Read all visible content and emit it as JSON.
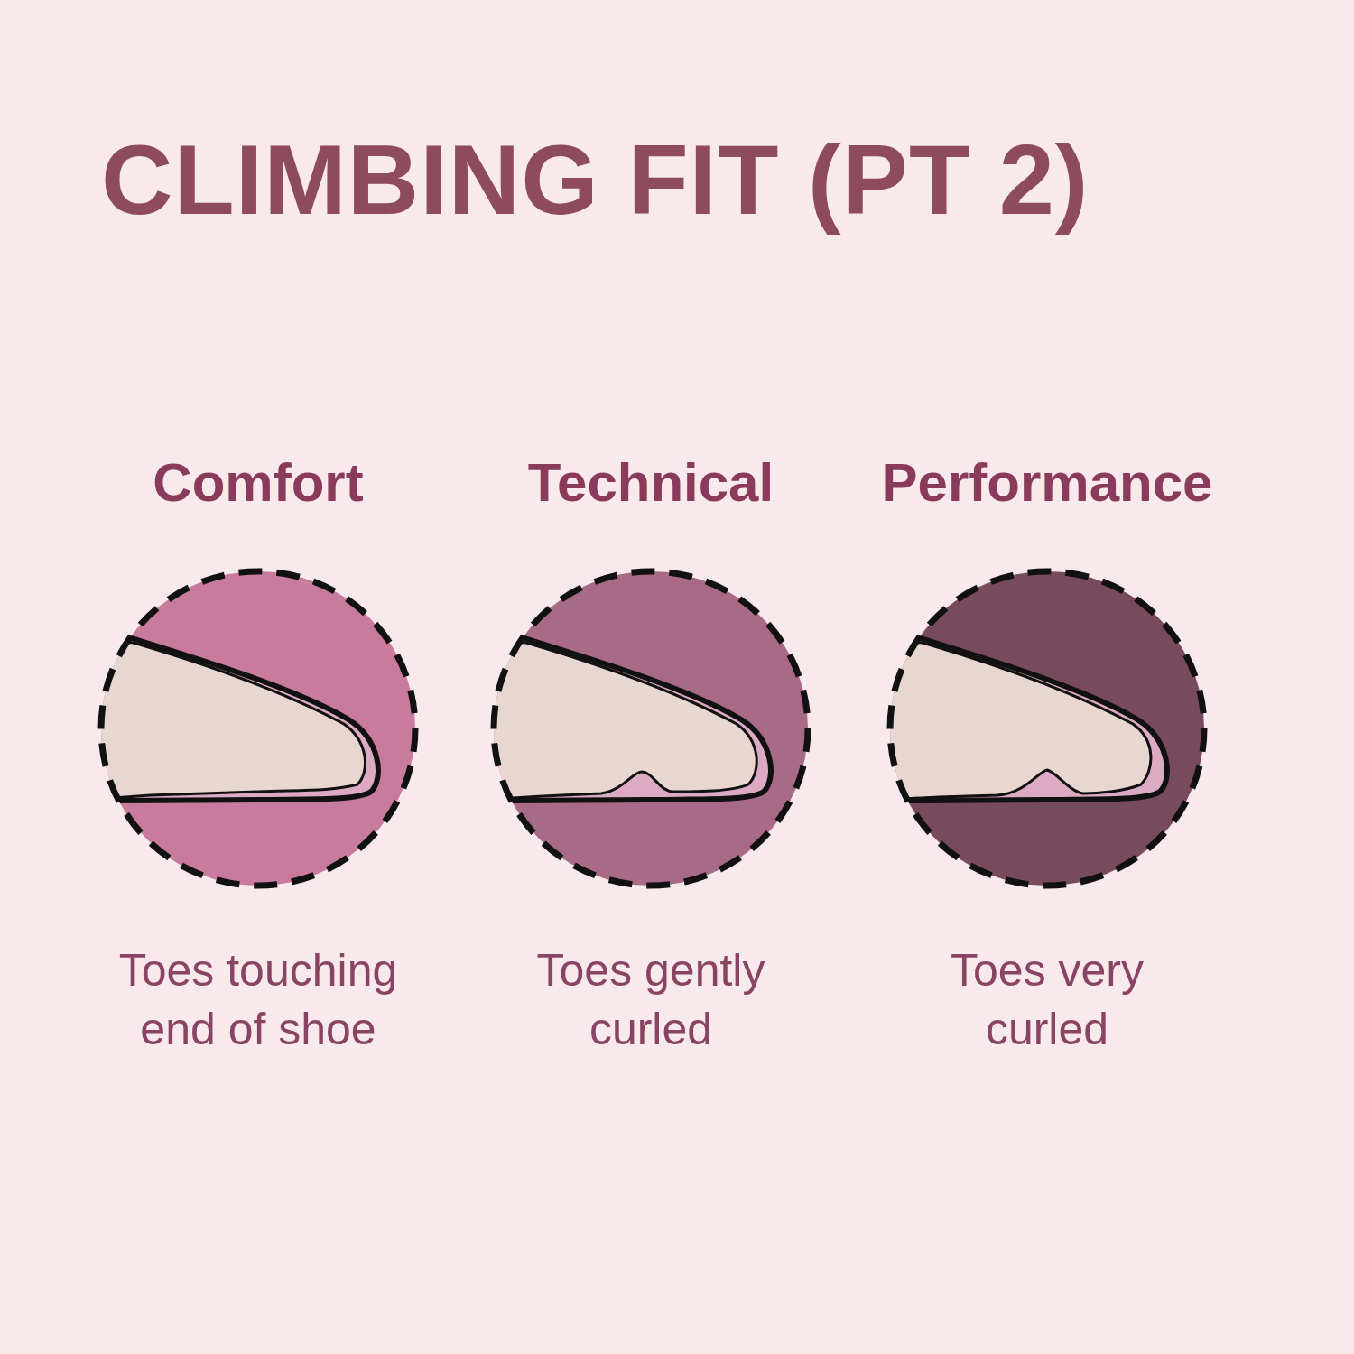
{
  "diagram": {
    "title": "CLIMBING FIT (PT 2)",
    "nodes": [
      {
        "text": [
          "Comfort",
          "Toes touching end of shoe"
        ]
      },
      {
        "text": [
          "Technical",
          "Toes gently curled"
        ]
      },
      {
        "text": [
          "Performance",
          "Toes very curled"
        ]
      }
    ]
  }
}
